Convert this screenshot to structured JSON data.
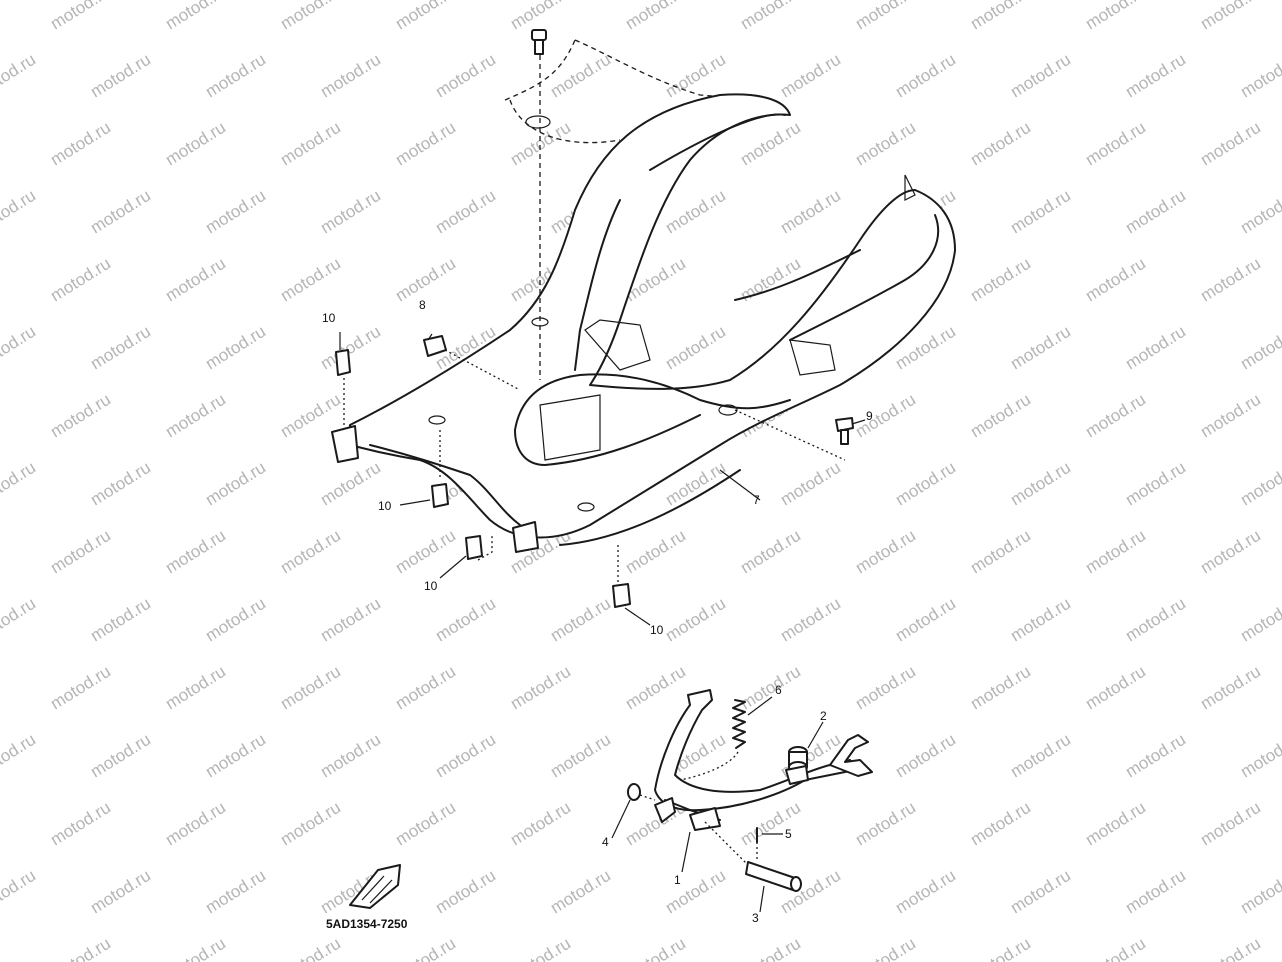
{
  "watermark": "motod.ru",
  "diagram_code": "5AD1354-7250",
  "callouts": {
    "c1": "1",
    "c2": "2",
    "c3": "3",
    "c4": "4",
    "c5": "5",
    "c6": "6",
    "c7": "7",
    "c8": "8",
    "c9": "9",
    "c10a": "10",
    "c10b": "10",
    "c10c": "10",
    "c10d": "10"
  }
}
